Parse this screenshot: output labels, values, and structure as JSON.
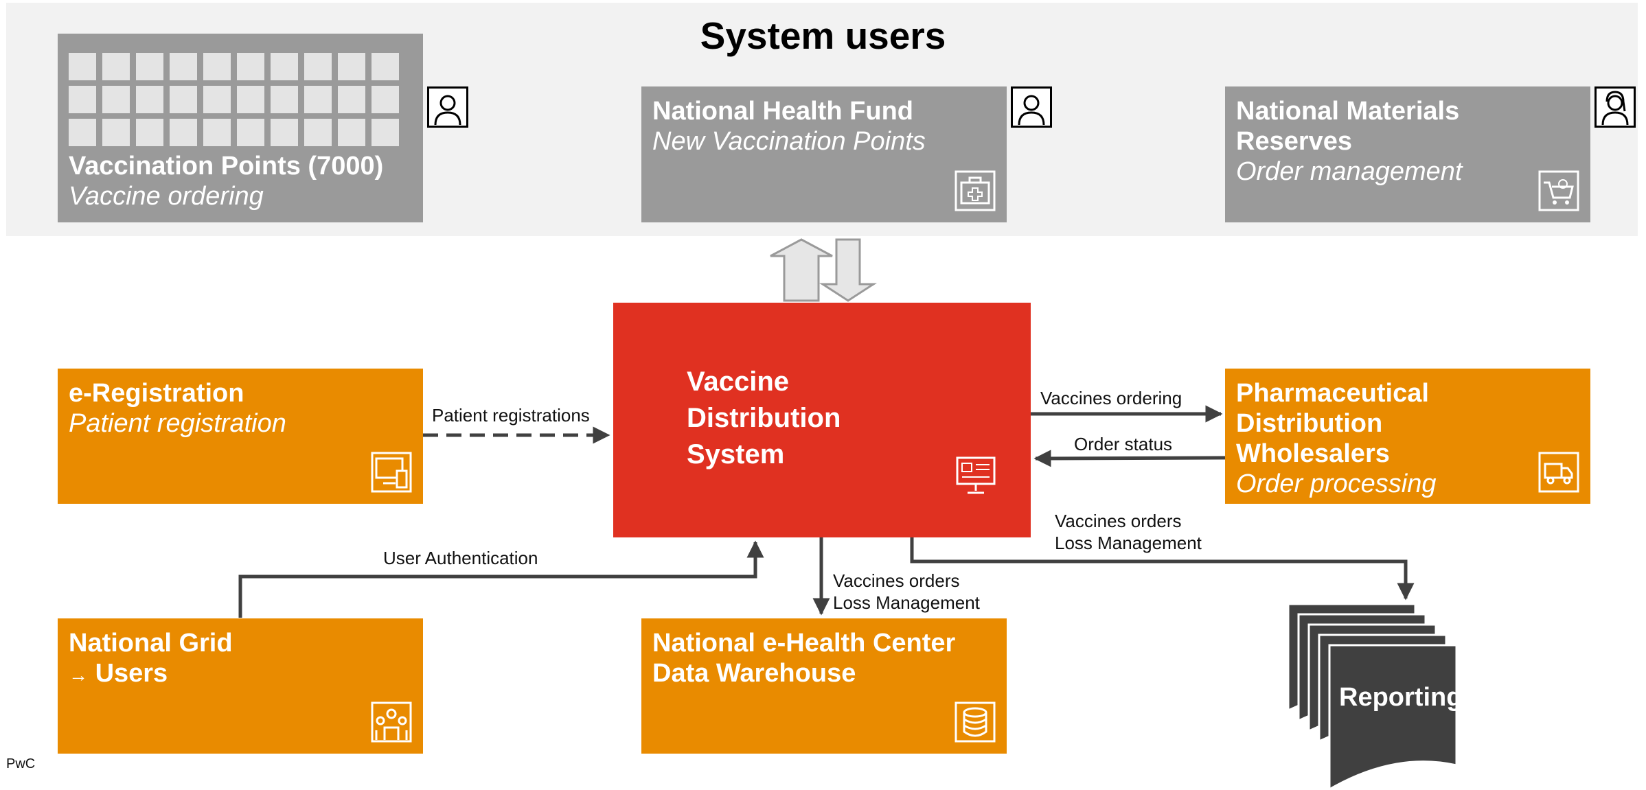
{
  "users_section": {
    "title": "System users"
  },
  "vaccination_points": {
    "title": "Vaccination Points (7000)",
    "subtitle": "Vaccine ordering"
  },
  "nhf": {
    "title": "National Health Fund",
    "subtitle": "New Vaccination Points"
  },
  "nmr": {
    "title": "National Materials Reserves",
    "subtitle": "Order management"
  },
  "vds": {
    "line1": "Vaccine",
    "line2": "Distribution",
    "line3": "System"
  },
  "e_registration": {
    "title": "e-Registration",
    "subtitle": "Patient registration"
  },
  "pdw": {
    "title1": "Pharmaceutical Distribution",
    "title2": "Wholesalers",
    "subtitle": "Order processing"
  },
  "national_grid": {
    "title": "National Grid",
    "arrow": "→",
    "users": "Users"
  },
  "nehc": {
    "title1": "National e-Health Center",
    "title2": "Data Warehouse"
  },
  "reporting": {
    "label": "Reporting"
  },
  "connections": {
    "patient_registrations": "Patient registrations",
    "vaccines_ordering": "Vaccines ordering",
    "order_status": "Order status",
    "user_authentication": "User Authentication",
    "vaccines_orders_1": "Vaccines orders",
    "loss_management_1": "Loss Management",
    "vaccines_orders_2": "Vaccines orders",
    "loss_management_2": "Loss Management"
  },
  "footer": "PwC",
  "colors": {
    "gray": "#9a9a9a",
    "orange": "#e98b00",
    "red": "#e03121",
    "band": "#f2f2f2",
    "arrow": "#404040",
    "reporting": "#404040"
  },
  "icons": [
    "person-icon",
    "building-grid-icon",
    "first-aid-kit-icon",
    "shopping-cart-icon",
    "devices-icon",
    "monitor-icon",
    "delivery-truck-icon",
    "group-icon",
    "database-icon"
  ]
}
